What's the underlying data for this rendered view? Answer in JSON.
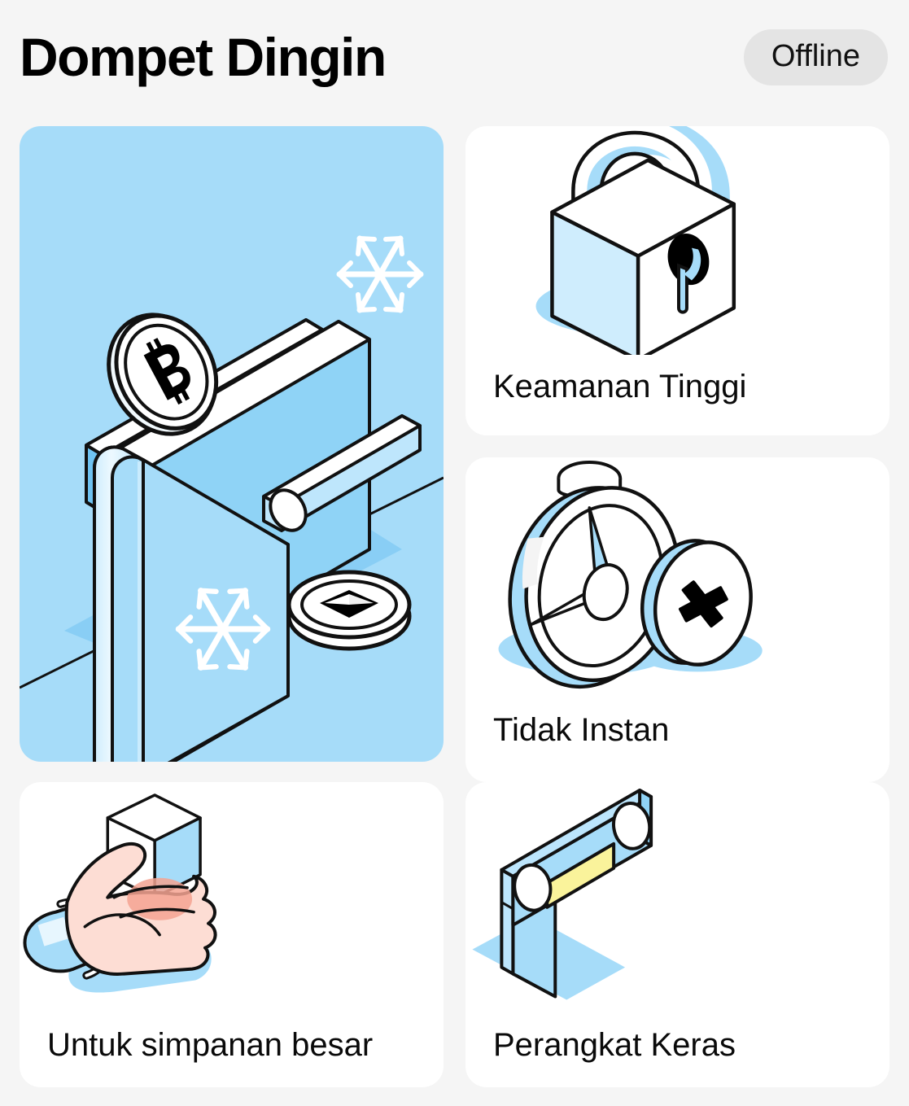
{
  "header": {
    "title": "Dompet Dingin",
    "status": "Offline"
  },
  "hero": {
    "name": "cold-wallet-illustration",
    "alt": "Isometric wallet with bitcoin coin, ethereum coin and snowflakes"
  },
  "cards": [
    {
      "label": "Keamanan Tinggi",
      "icon": "padlock-icon"
    },
    {
      "label": "Tidak Instan",
      "icon": "stopwatch-x-icon"
    },
    {
      "label": "Untuk simpanan besar",
      "icon": "hand-cube-icon"
    },
    {
      "label": "Perangkat Keras",
      "icon": "hardware-device-icon"
    }
  ],
  "colors": {
    "page_background": "#F5F5F5",
    "card_background": "#FFFFFF",
    "hero_background": "#A6DCF9",
    "accent_blue": "#A6DCF9",
    "badge_background": "#E4E4E4",
    "text": "#0A0A0A",
    "screen_yellow": "#FAF39B",
    "skin": "#FDDDD4",
    "skin_shadow": "#F5A392"
  }
}
